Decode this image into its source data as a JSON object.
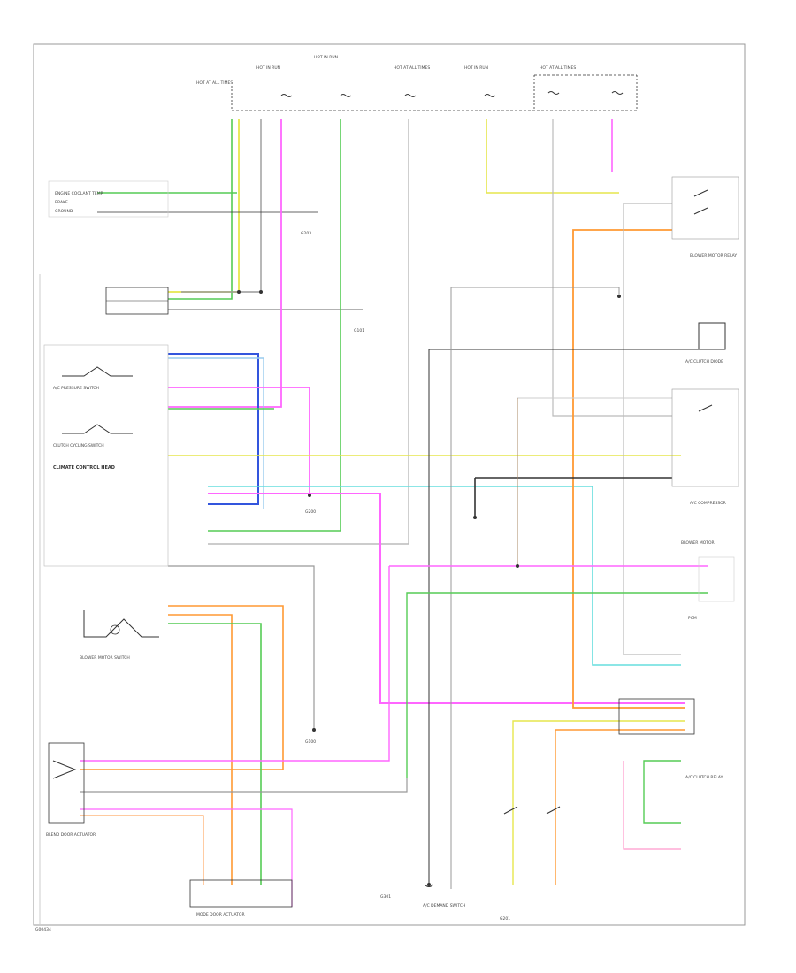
{
  "diagram": {
    "footer_code": "G00434",
    "wire_colors": {
      "pink": "#ff66ff",
      "green": "#55cc55",
      "yellow": "#e6e64d",
      "orange": "#ff9933",
      "blue": "#3355dd",
      "cyan": "#66dddd",
      "light_blue": "#99ccee",
      "gray": "#999999",
      "black": "#333333",
      "brown": "#aa8866"
    },
    "labels": {
      "top_fuses": [
        "HOT AT ALL TIMES",
        "HOT IN RUN",
        "HOT IN RUN",
        "HOT AT ALL TIMES",
        "HOT IN RUN",
        "HOT AT ALL TIMES"
      ],
      "left_inputs": [
        "ENGINE COOLANT TEMP",
        "BRAKE",
        "GROUND"
      ],
      "left_components": [
        "BLEND DOOR ACTUATOR",
        "A/C PRESSURE SWITCH",
        "CLUTCH CYCLING SWITCH",
        "BLOWER MOTOR SWITCH",
        "CLIMATE CONTROL HEAD"
      ],
      "right_components": [
        "BLOWER MOTOR RELAY",
        "A/C CLUTCH DIODE",
        "A/C COMPRESSOR",
        "BLOWER MOTOR",
        "PCM",
        "A/C CLUTCH RELAY"
      ],
      "bottom_components": [
        "MODE DOOR ACTUATOR",
        "A/C DEMAND SWITCH",
        "G201",
        "G100",
        "G301"
      ],
      "ground_labels": [
        "G200",
        "G203",
        "G101"
      ]
    }
  }
}
